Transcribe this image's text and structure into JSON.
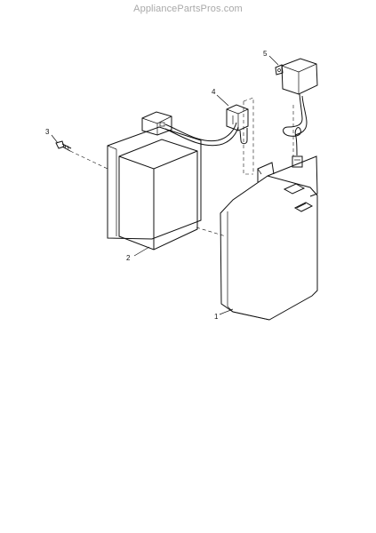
{
  "watermark": "AppliancePartsPros.com",
  "callouts": {
    "c1": "1",
    "c2": "2",
    "c3": "3",
    "c4": "4",
    "c5": "5"
  }
}
